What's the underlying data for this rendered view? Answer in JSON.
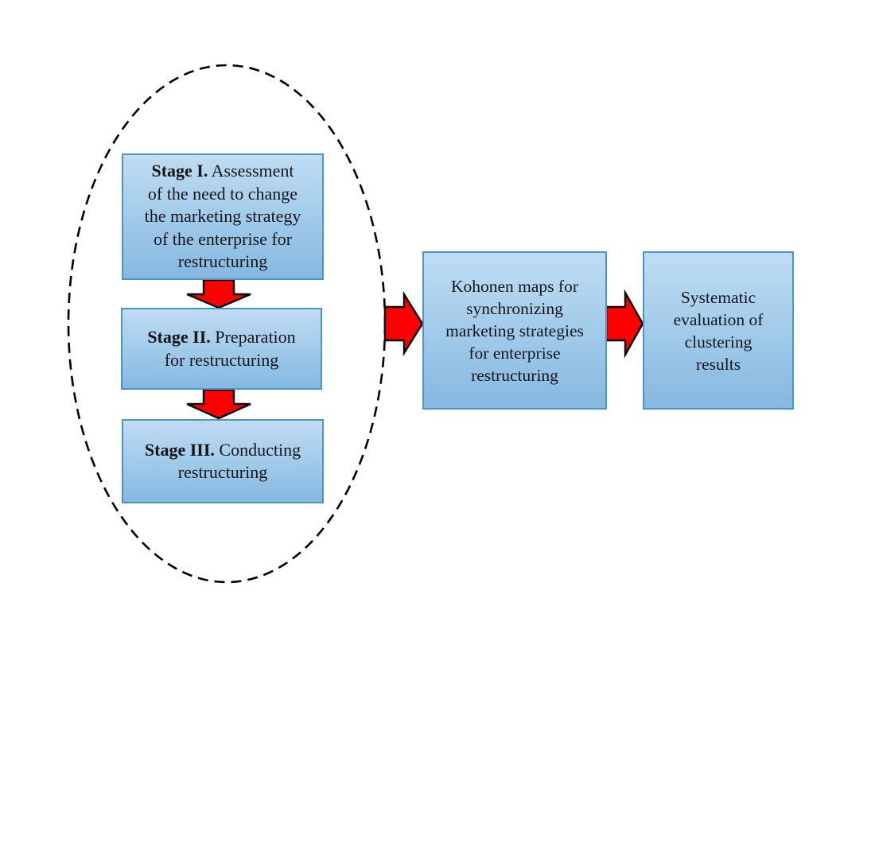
{
  "diagram": {
    "stages": [
      {
        "label_bold": "Stage I.",
        "label_rest": " Assessment\nof the need to change\nthe marketing strategy\nof the enterprise for\nrestructuring"
      },
      {
        "label_bold": "Stage II.",
        "label_rest": " Preparation\nfor restructuring"
      },
      {
        "label_bold": "Stage III.",
        "label_rest": " Conducting\nrestructuring"
      }
    ],
    "kohonen_box_text": "Kohonen maps for\nsynchronizing\nmarketing strategies\nfor enterprise\nrestructuring",
    "evaluation_box_text": "Systematic\nevaluation of\nclustering\nresults",
    "colors": {
      "box_fill_top": "#bfdcf2",
      "box_fill_mid": "#a5cdeb",
      "box_fill_bottom": "#85b8e0",
      "box_border": "#4a96c8",
      "arrow_fill": "#fe0000",
      "arrow_outline": "#000000",
      "ellipse_stroke": "#000000",
      "text": "#16161a"
    }
  }
}
